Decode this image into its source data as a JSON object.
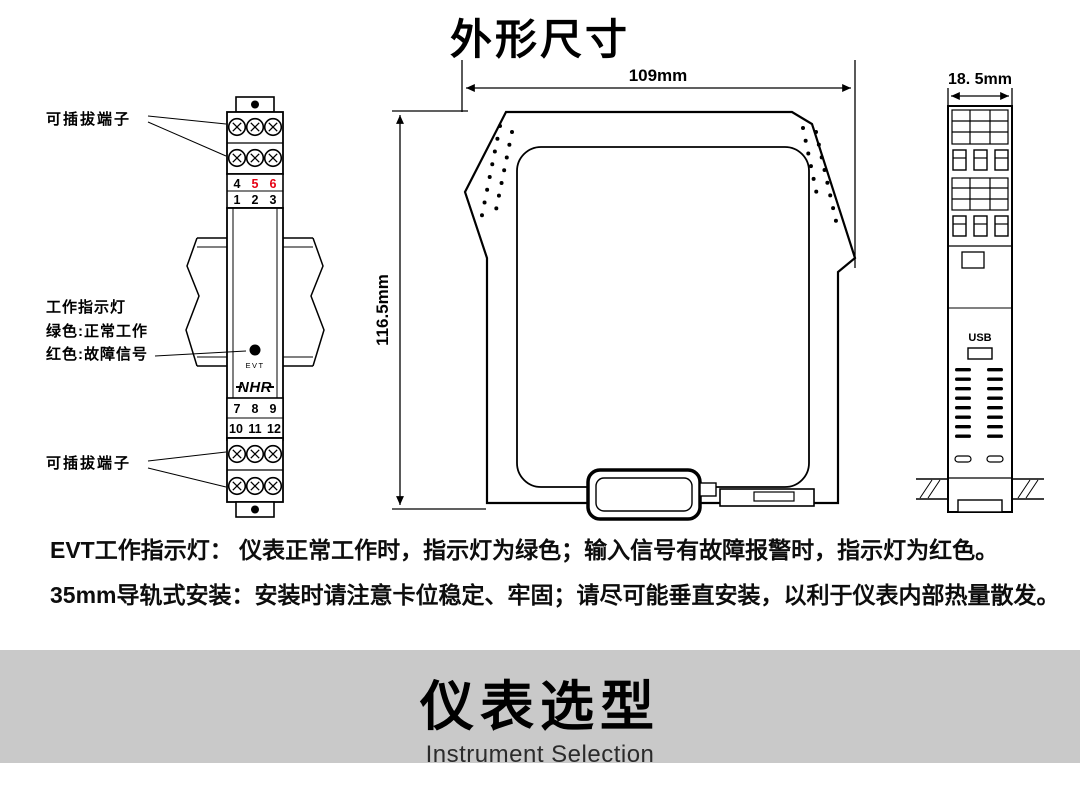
{
  "colors": {
    "terminal-red": "#e60012",
    "banner-bg": "#c9c9c9",
    "ink": "#000000"
  },
  "page": {
    "title": "外形尺寸"
  },
  "front_view": {
    "labels": {
      "top_terminal": "可插拔端子",
      "indicator_line1": "工作指示灯",
      "indicator_line2": "绿色:正常工作",
      "indicator_line3": "红色:故障信号",
      "bottom_terminal": "可插拔端子"
    },
    "terminals": {
      "row1": [
        "4",
        "5",
        "6"
      ],
      "row2": [
        "1",
        "2",
        "3"
      ],
      "row3": [
        "7",
        "8",
        "9"
      ],
      "row4": [
        "10",
        "11",
        "12"
      ],
      "red_terminals": [
        "5",
        "6"
      ]
    },
    "evt_label": "EVT",
    "brand": "NHR"
  },
  "side_view": {
    "width_dim": "109mm",
    "height_dim": "116.5mm"
  },
  "end_view": {
    "width_dim": "18. 5mm",
    "usb_label": "USB"
  },
  "notes": [
    "EVT工作指示灯： 仪表正常工作时，指示灯为绿色；输入信号有故障报警时，指示灯为红色。",
    "35mm导轨式安装：安装时请注意卡位稳定、牢固；请尽可能垂直安装，以利于仪表内部热量散发。"
  ],
  "banner": {
    "title": "仪表选型",
    "subtitle": "Instrument Selection"
  }
}
